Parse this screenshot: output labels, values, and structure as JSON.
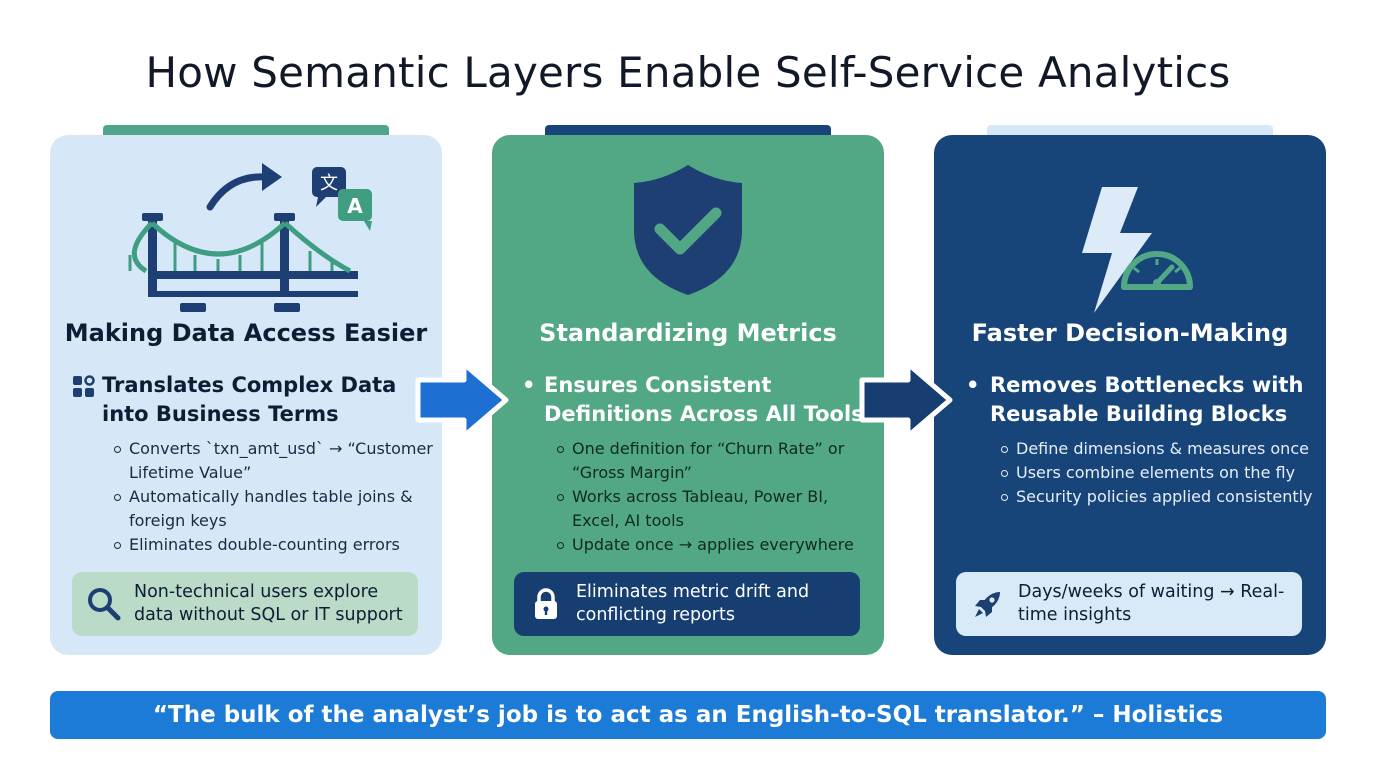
{
  "title": "How Semantic Layers Enable Self-Service Analytics",
  "colors": {
    "card1_bg": "#d6e8f7",
    "card2_bg": "#52a885",
    "card3_bg": "#17457a",
    "quote_bg": "#1c7bd6",
    "arrow_blue": "#1d6fd1",
    "navy": "#173e70"
  },
  "cards": [
    {
      "title": "Making Data Access Easier",
      "icon": "bridge-translate-icon",
      "lead": "Translates Complex Data into Business Terms",
      "lead_marker": "grid-icon",
      "bullets": [
        "Converts `txn_amt_usd` → “Customer Lifetime Value”",
        "Automatically handles table joins & foreign keys",
        "Eliminates double-counting errors"
      ],
      "callout_icon": "search-icon",
      "callout": "Non-technical users explore data without SQL or IT support"
    },
    {
      "title": "Standardizing Metrics",
      "icon": "shield-check-icon",
      "lead": "Ensures Consistent Definitions Across All Tools",
      "lead_marker": "•",
      "bullets": [
        "One definition for “Churn Rate” or “Gross Margin”",
        "Works across Tableau, Power BI, Excel, AI tools",
        "Update once → applies everywhere"
      ],
      "callout_icon": "lock-icon",
      "callout": "Eliminates metric drift and conflicting reports"
    },
    {
      "title": "Faster Decision-Making",
      "icon": "lightning-gauge-icon",
      "lead": "Removes Bottlenecks with Reusable Building Blocks",
      "lead_marker": "•",
      "bullets": [
        "Define dimensions & measures once",
        "Users combine elements on the fly",
        "Security policies applied consistently"
      ],
      "callout_icon": "rocket-icon",
      "callout": "Days/weeks of waiting → Real-time insights"
    }
  ],
  "quote": "“The bulk of the analyst’s job is to act as an English-to-SQL translator.” – Holistics"
}
